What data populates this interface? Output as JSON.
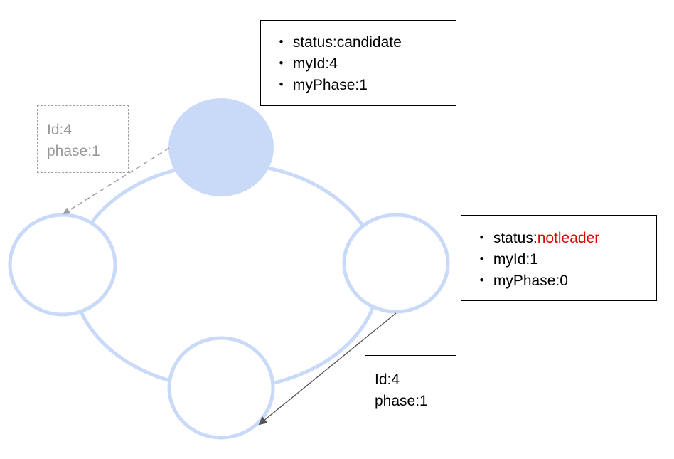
{
  "colors": {
    "node": "#c9daf8",
    "red": "#e00000"
  },
  "candidate_info": {
    "status_label": "・ status:",
    "status_value": "candidate",
    "myid": "・ myId:4",
    "myphase": "・ myPhase:1"
  },
  "right_info": {
    "status_label": "・ status:",
    "status_value": "notleader",
    "myid": "・ myId:1",
    "myphase": "・ myPhase:0"
  },
  "dashed_message": {
    "id": "Id:4",
    "phase": "phase:1"
  },
  "solid_message": {
    "id": "Id:4",
    "phase": "phase:1"
  }
}
